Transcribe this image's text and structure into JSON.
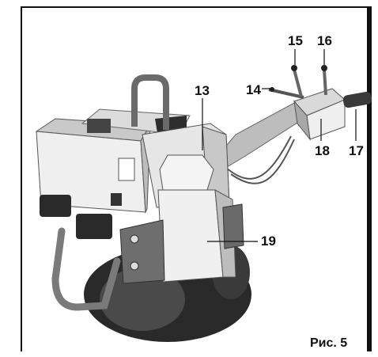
{
  "callouts": [
    {
      "id": "13",
      "label": "13"
    },
    {
      "id": "14",
      "label": "14"
    },
    {
      "id": "15",
      "label": "15"
    },
    {
      "id": "16",
      "label": "16"
    },
    {
      "id": "17",
      "label": "17"
    },
    {
      "id": "18",
      "label": "18"
    },
    {
      "id": "19",
      "label": "19"
    }
  ],
  "caption": "Рис. 5",
  "colors": {
    "ink": "#111111",
    "light_panel": "#efefef",
    "mid_gray": "#9a9a9a",
    "dark_gray": "#3a3a3a"
  }
}
